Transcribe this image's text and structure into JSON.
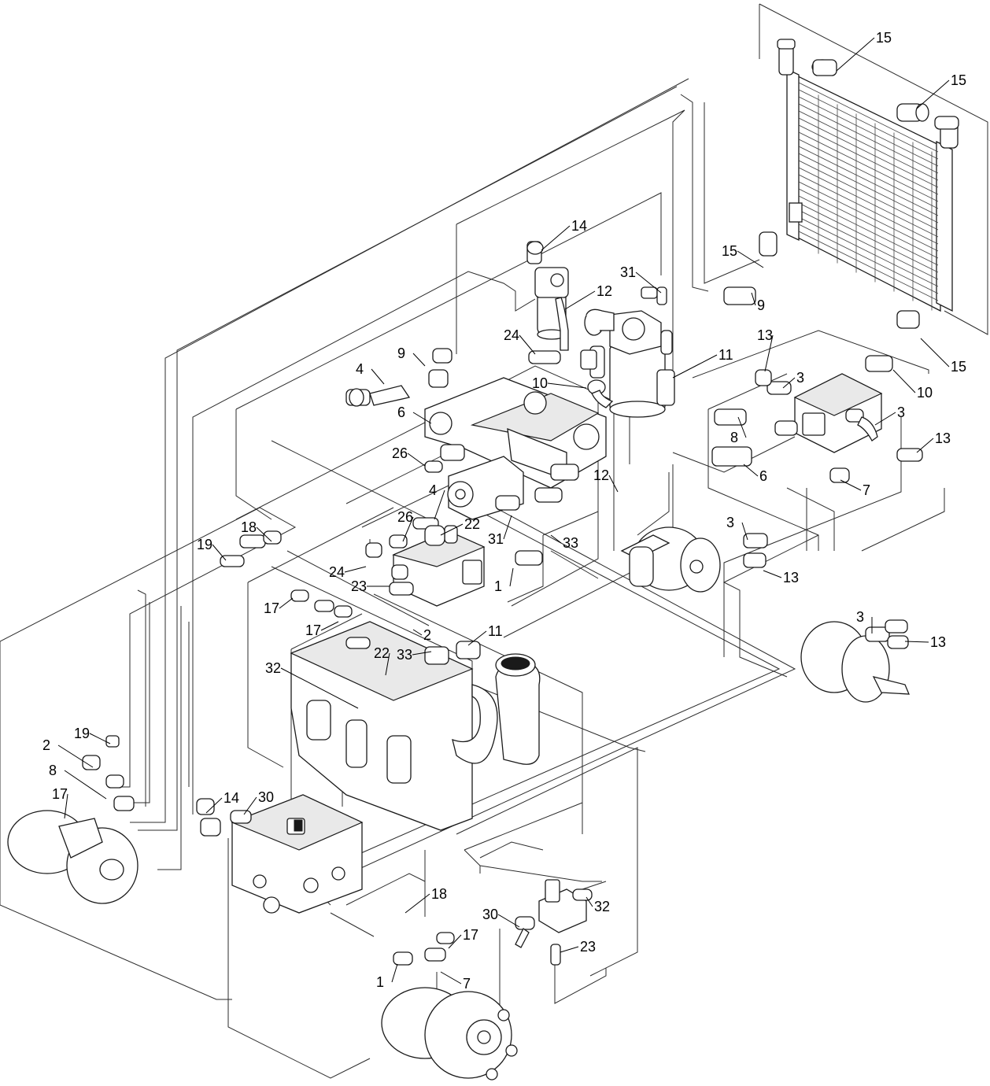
{
  "callouts": [
    {
      "id": "c-15a",
      "text": "15"
    },
    {
      "id": "c-15b",
      "text": "15"
    },
    {
      "id": "c-15c",
      "text": "15"
    },
    {
      "id": "c-15d",
      "text": "15"
    },
    {
      "id": "c-14a",
      "text": "14"
    },
    {
      "id": "c-12a",
      "text": "12"
    },
    {
      "id": "c-31a",
      "text": "31"
    },
    {
      "id": "c-9a",
      "text": "9"
    },
    {
      "id": "c-24a",
      "text": "24"
    },
    {
      "id": "c-9b",
      "text": "9"
    },
    {
      "id": "c-13a",
      "text": "13"
    },
    {
      "id": "c-11a",
      "text": "11"
    },
    {
      "id": "c-4a",
      "text": "4"
    },
    {
      "id": "c-10a",
      "text": "10"
    },
    {
      "id": "c-3a",
      "text": "3"
    },
    {
      "id": "c-10b",
      "text": "10"
    },
    {
      "id": "c-6a",
      "text": "6"
    },
    {
      "id": "c-3b",
      "text": "3"
    },
    {
      "id": "c-13b",
      "text": "13"
    },
    {
      "id": "c-8a",
      "text": "8"
    },
    {
      "id": "c-26a",
      "text": "26"
    },
    {
      "id": "c-6b",
      "text": "6"
    },
    {
      "id": "c-12b",
      "text": "12"
    },
    {
      "id": "c-7a",
      "text": "7"
    },
    {
      "id": "c-4b",
      "text": "4"
    },
    {
      "id": "c-26b",
      "text": "26"
    },
    {
      "id": "c-22a",
      "text": "22"
    },
    {
      "id": "c-18a",
      "text": "18"
    },
    {
      "id": "c-31b",
      "text": "31"
    },
    {
      "id": "c-33a",
      "text": "33"
    },
    {
      "id": "c-3c",
      "text": "3"
    },
    {
      "id": "c-19a",
      "text": "19"
    },
    {
      "id": "c-24b",
      "text": "24"
    },
    {
      "id": "c-1a",
      "text": "1"
    },
    {
      "id": "c-13c",
      "text": "13"
    },
    {
      "id": "c-23a",
      "text": "23"
    },
    {
      "id": "c-3d",
      "text": "3"
    },
    {
      "id": "c-17a",
      "text": "17"
    },
    {
      "id": "c-2a",
      "text": "2"
    },
    {
      "id": "c-11b",
      "text": "11"
    },
    {
      "id": "c-13d",
      "text": "13"
    },
    {
      "id": "c-17b",
      "text": "17"
    },
    {
      "id": "c-22b",
      "text": "22"
    },
    {
      "id": "c-33b",
      "text": "33"
    },
    {
      "id": "c-32a",
      "text": "32"
    },
    {
      "id": "c-19b",
      "text": "19"
    },
    {
      "id": "c-2b",
      "text": "2"
    },
    {
      "id": "c-8b",
      "text": "8"
    },
    {
      "id": "c-14b",
      "text": "14"
    },
    {
      "id": "c-30a",
      "text": "30"
    },
    {
      "id": "c-17c",
      "text": "17"
    },
    {
      "id": "c-18b",
      "text": "18"
    },
    {
      "id": "c-32b",
      "text": "32"
    },
    {
      "id": "c-30b",
      "text": "30"
    },
    {
      "id": "c-17d",
      "text": "17"
    },
    {
      "id": "c-23b",
      "text": "23"
    },
    {
      "id": "c-1b",
      "text": "1"
    },
    {
      "id": "c-7b",
      "text": "7"
    }
  ],
  "components": [
    {
      "id": "oil-cooler",
      "icon": "oil-cooler-icon"
    },
    {
      "id": "hydraulic-filter",
      "icon": "filter-icon"
    },
    {
      "id": "filter-head",
      "icon": "filter-head-icon"
    },
    {
      "id": "hydrostatic-pump",
      "icon": "pump-icon"
    },
    {
      "id": "gear-pump",
      "icon": "gear-pump-icon"
    },
    {
      "id": "control-valve-right",
      "icon": "valve-block-icon"
    },
    {
      "id": "wheel-motor-right-upper",
      "icon": "wheel-motor-icon"
    },
    {
      "id": "wheel-motor-right-lower",
      "icon": "wheel-motor-icon"
    },
    {
      "id": "charge-manifold",
      "icon": "manifold-icon"
    },
    {
      "id": "hydraulic-tank",
      "icon": "tank-icon"
    },
    {
      "id": "wheel-motor-left",
      "icon": "wheel-motor-icon"
    },
    {
      "id": "main-manifold",
      "icon": "manifold-icon"
    },
    {
      "id": "small-valve",
      "icon": "valve-icon"
    },
    {
      "id": "wheel-motor-rear",
      "icon": "wheel-motor-icon"
    }
  ],
  "colors": {
    "ink": "#1a1a1a",
    "background": "#ffffff",
    "shade": "#e9e9e9"
  }
}
